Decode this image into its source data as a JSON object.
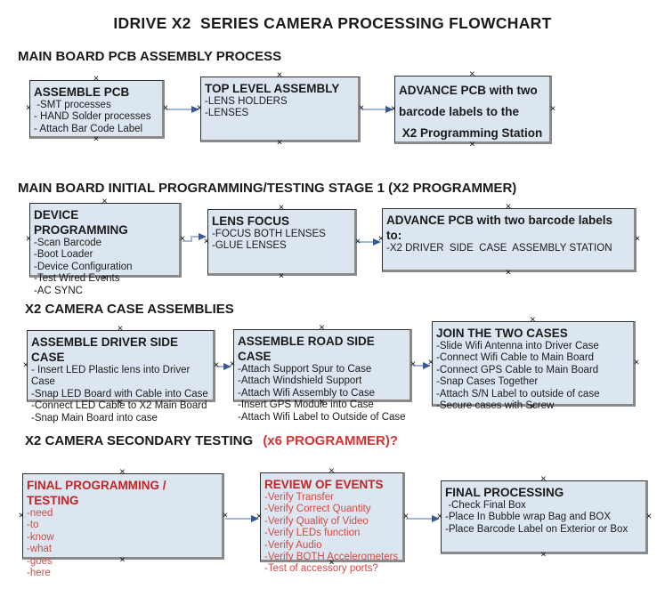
{
  "page": {
    "title": "IDRIVE X2  SERIES CAMERA PROCESSING FLOWCHART"
  },
  "icons": {
    "anchor_glyph": "×"
  },
  "colors": {
    "box_fill": "#dce6f1",
    "box_border": "#2f2f2f",
    "box_shadow": "#8a8a8a",
    "arrow_line": "#a3b8d4",
    "arrow_head": "#35599a",
    "red_header": "#d33434",
    "red_title": "#c32424",
    "red_item": "#d24a43"
  },
  "sections": [
    {
      "header": "MAIN BOARD PCB ASSEMBLY PROCESS",
      "boxes": [
        {
          "title": "ASSEMBLE PCB",
          "items": [
            " -SMT processes",
            "- HAND Solder processes",
            "- Attach Bar Code Label"
          ]
        },
        {
          "title": "TOP LEVEL ASSEMBLY",
          "items": [
            "-LENS HOLDERS",
            "-LENSES"
          ]
        },
        {
          "title": "ADVANCE PCB with two\nbarcode labels to the\n X2 Programming Station",
          "items": []
        }
      ]
    },
    {
      "header": "MAIN BOARD INITIAL PROGRAMMING/TESTING STAGE 1 (X2 PROGRAMMER)",
      "boxes": [
        {
          "title": "DEVICE PROGRAMMING",
          "items": [
            "-Scan Barcode",
            "-Boot Loader",
            "-Device Configuration",
            "-Test Wired Events",
            "-AC SYNC"
          ]
        },
        {
          "title": "LENS FOCUS",
          "items": [
            "-FOCUS BOTH LENSES",
            "-GLUE LENSES"
          ]
        },
        {
          "title": "ADVANCE PCB with two barcode labels to:",
          "items": [
            "-X2 DRIVER  SIDE  CASE  ASSEMBLY STATION"
          ]
        }
      ]
    },
    {
      "header": "X2 CAMERA CASE ASSEMBLIES",
      "boxes": [
        {
          "title": "ASSEMBLE DRIVER SIDE CASE",
          "items": [
            "- Insert LED Plastic lens into Driver Case",
            "-Snap LED Board with Cable into Case",
            "-Connect LED Cable to X2 Main Board",
            "-Snap Main Board into case"
          ]
        },
        {
          "title": "ASSEMBLE ROAD SIDE CASE",
          "items": [
            "-Attach Support Spur to Case",
            "-Attach Windshield Support",
            "-Attach Wifi Assembly to Case",
            "-Insert GPS Module into Case",
            "-Attach Wifi Label to Outside of Case"
          ]
        },
        {
          "title": "JOIN THE TWO CASES",
          "items": [
            "-Slide Wifi Antenna into Driver Case",
            "-Connect Wifi Cable to Main Board",
            "-Connect GPS Cable to Main Board",
            "-Snap Cases Together",
            "-Attach S/N Label to outside of case",
            "-Secure cases with Screw"
          ]
        }
      ]
    },
    {
      "header": "X2 CAMERA SECONDARY TESTING ",
      "header_suffix": "(x6 PROGRAMMER)?",
      "boxes": [
        {
          "title": "FINAL PROGRAMMING / TESTING",
          "items": [
            "-need",
            "-to",
            "-know",
            "-what",
            "-goes",
            "-here"
          ]
        },
        {
          "title": "REVIEW OF EVENTS",
          "items": [
            "-Verify Transfer",
            "-Verify Correct Quantity",
            "-Verify Quality of Video",
            "-Verify LEDs function",
            "-Verify Audio",
            "-Verify BOTH Accelerometers",
            "-Test of accessory ports?"
          ]
        },
        {
          "title": "FINAL PROCESSING",
          "items": [
            " -Check Final Box",
            "-Place In Bubble wrap Bag and BOX",
            "-Place Barcode Label on Exterior or Box"
          ]
        }
      ]
    }
  ]
}
